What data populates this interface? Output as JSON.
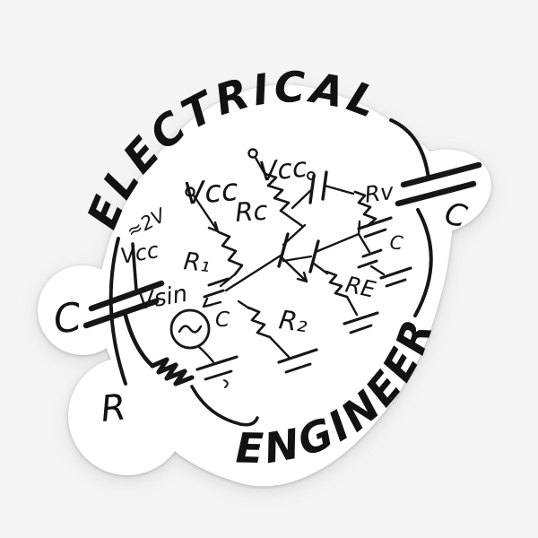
{
  "scene": {
    "description": "White die-cut sticker with hand-drawn electrical engineering circuit doodle",
    "background_color": "#f4f4f5",
    "sticker_color": "#ffffff",
    "ink_color": "#161616"
  },
  "title": {
    "top": "ELECTRICAL",
    "bottom": "ENGINEER"
  },
  "outer": {
    "left_capacitor_label": "C",
    "right_capacitor_label": "C",
    "resistor_label": "R"
  },
  "circuit": {
    "supply_left": "Vcc",
    "supply_right": "Vcc",
    "note_supply": "Vcc",
    "note_value": "≈2V",
    "source": "Vsin",
    "r1": "R₁",
    "rc": "Rc",
    "rv": "Rv",
    "r2": "R₂",
    "re": "RE",
    "c_in": "C",
    "c_out": "C"
  }
}
